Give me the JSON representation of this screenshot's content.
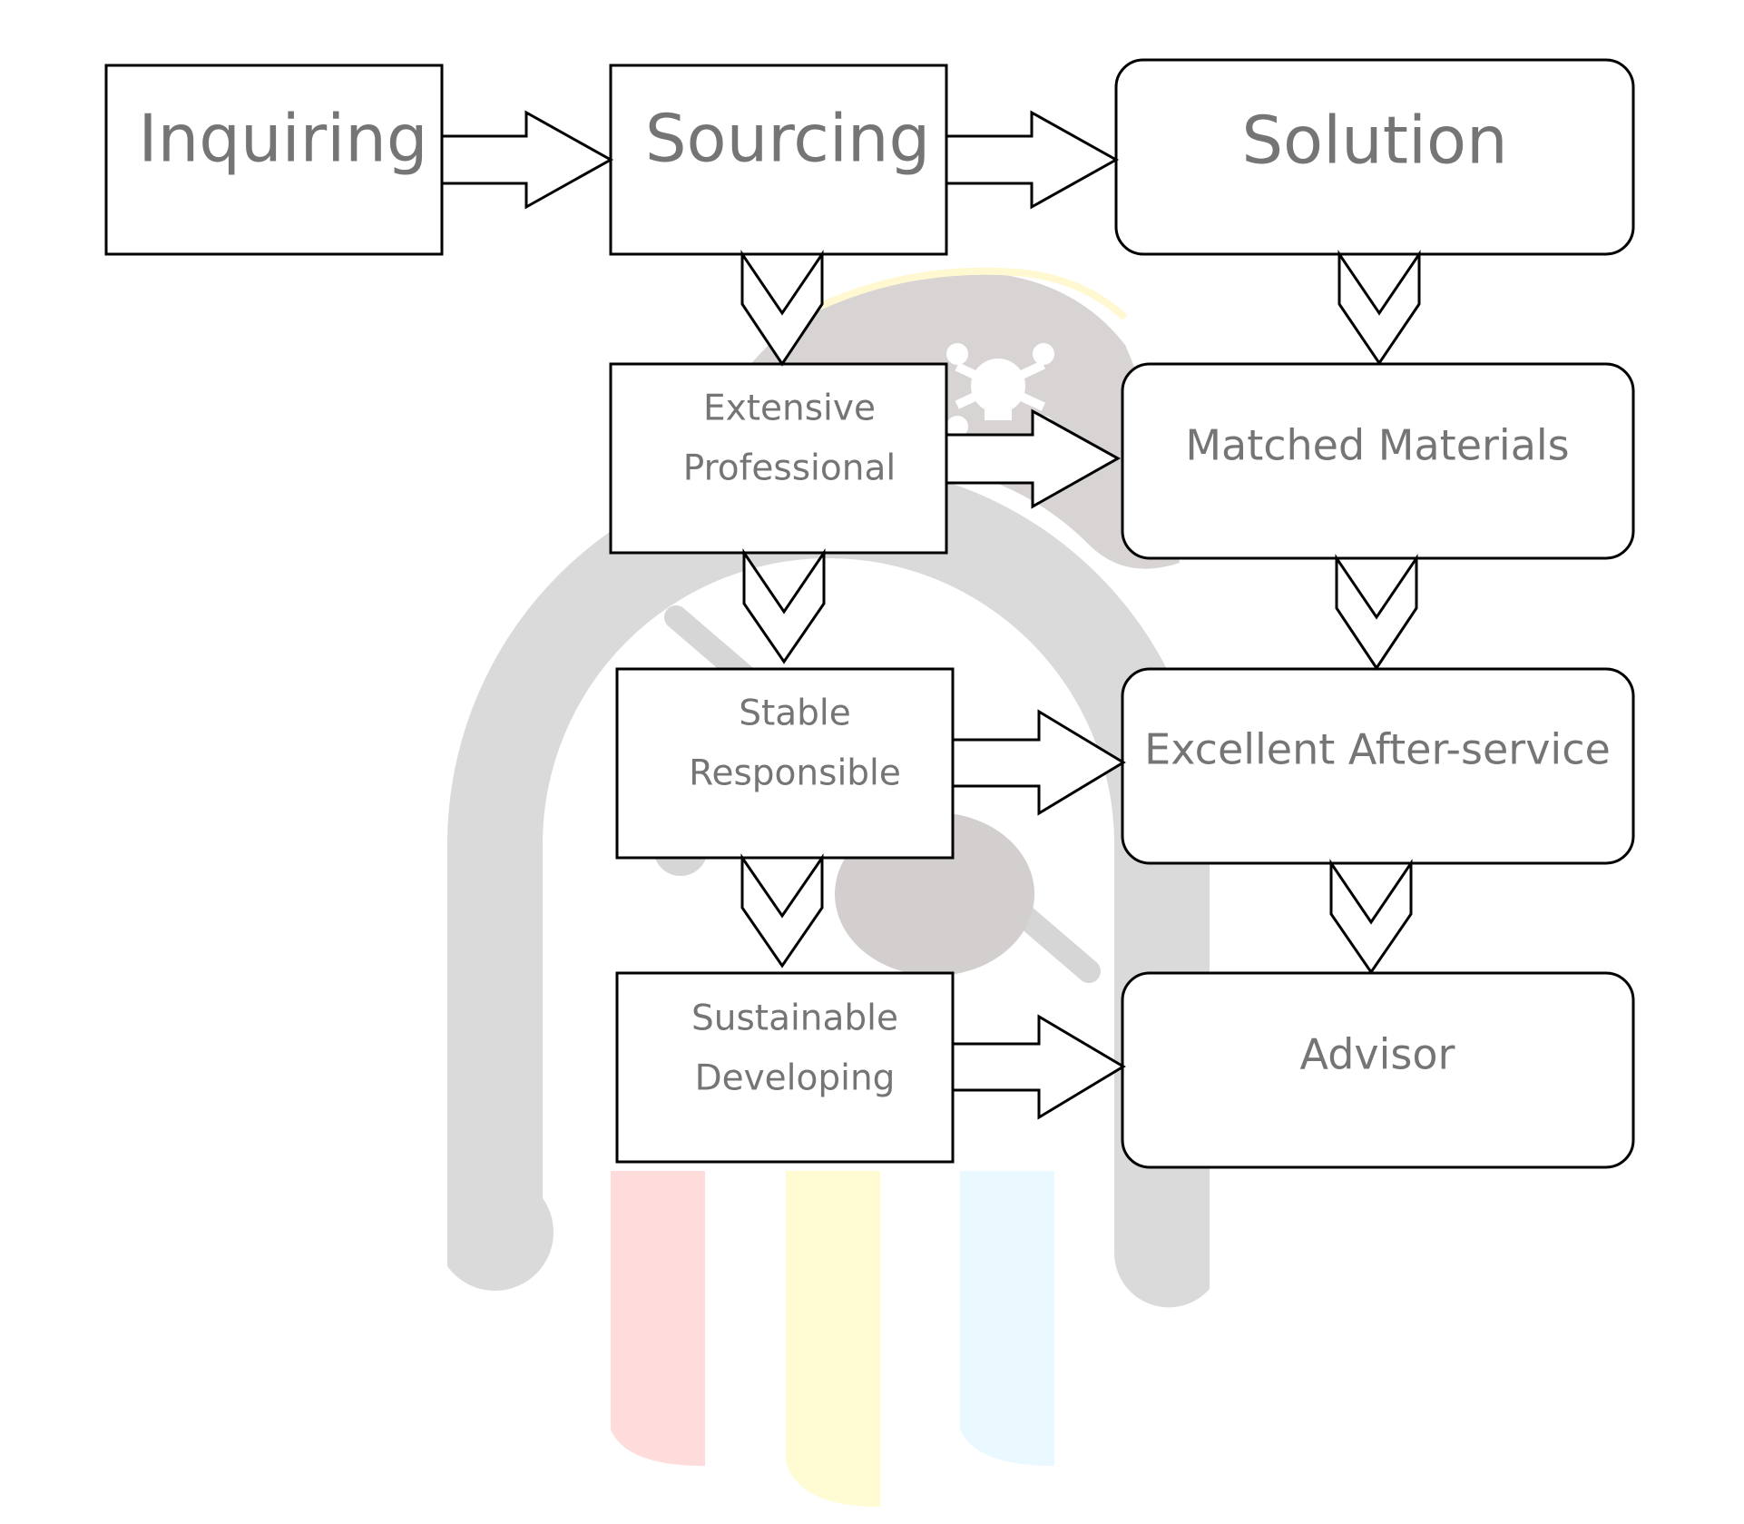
{
  "colors": {
    "label": "#757575",
    "stroke": "#000000",
    "watermark_gray": "#d9d9d9",
    "watermark_dark": "#cfcaca",
    "watermark_red": "#ffdcdc",
    "watermark_yellow": "#fffbd2",
    "watermark_blue": "#eaf8ff"
  },
  "watermark": {
    "icon": "pirate-mascot-logo-watermark"
  },
  "nodes": {
    "inquiring": {
      "label": "Inquiring"
    },
    "sourcing": {
      "label": "Sourcing"
    },
    "solution": {
      "label": "Solution"
    },
    "extensive": {
      "line1": "Extensive",
      "line2": "Professional"
    },
    "stable": {
      "line1": "Stable",
      "line2": "Responsible"
    },
    "sustainable": {
      "line1": "Sustainable",
      "line2": "Developing"
    },
    "matched": {
      "label": "Matched Materials"
    },
    "after_service": {
      "label": "Excellent After-service"
    },
    "advisor": {
      "label": "Advisor"
    }
  }
}
